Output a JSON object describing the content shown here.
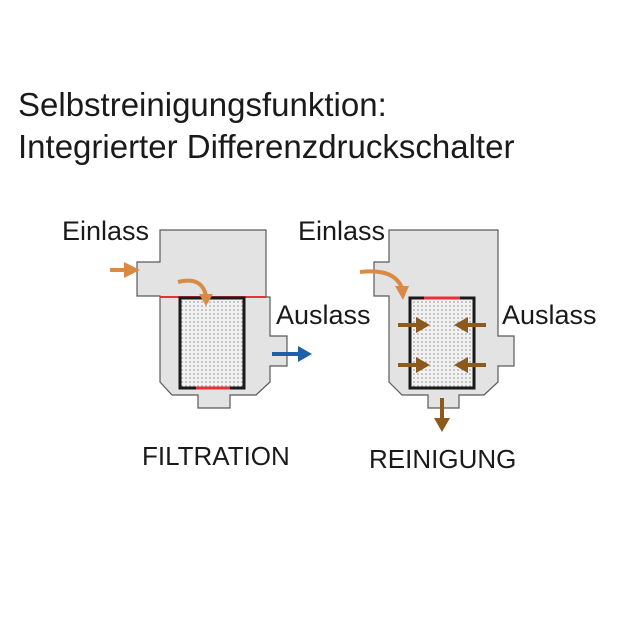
{
  "title": {
    "line1": "Selbstreinigungsfunktion:",
    "line2": "Integrierter Differenzdruckschalter"
  },
  "filtration": {
    "inlet_label": "Einlass",
    "outlet_label": "Auslass",
    "caption": "FILTRATION"
  },
  "cleaning": {
    "inlet_label": "Einlass",
    "outlet_label": "Auslass",
    "caption": "REINIGUNG"
  },
  "colors": {
    "housing_fill": "#e3e3e3",
    "housing_stroke": "#5a5a5a",
    "seal_red": "#e8303a",
    "inlet_arrow_orange": "#d98a44",
    "outlet_arrow_blue": "#1f5fa6",
    "cleaning_arrow_brown": "#8b5a1c"
  }
}
